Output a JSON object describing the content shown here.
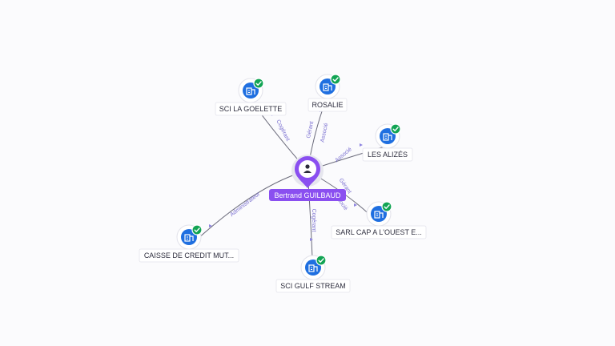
{
  "colors": {
    "person_accent": "#8a4ff0",
    "company_node": "#1f6fe0",
    "verified_badge": "#12a454",
    "edge_label": "#7a6fd0"
  },
  "center": {
    "name": "Bertrand GUILBAUD",
    "icon": "person-icon"
  },
  "nodes": [
    {
      "id": "sci-la-goelette",
      "label": "SCI LA GOELETTE",
      "icon": "building-icon",
      "verified": true,
      "relations": [
        "Cogérant"
      ]
    },
    {
      "id": "rosalie",
      "label": "ROSALIE",
      "icon": "building-icon",
      "verified": true,
      "relations": [
        "Gérant",
        "Associé"
      ]
    },
    {
      "id": "les-alizes",
      "label": "LES ALIZÉS",
      "icon": "building-icon",
      "verified": true,
      "relations": [
        "Associé"
      ]
    },
    {
      "id": "sarl-cap-a-louest",
      "label": "SARL CAP A L'OUEST E...",
      "icon": "building-icon",
      "verified": true,
      "relations": [
        "Gérant",
        "Associé"
      ]
    },
    {
      "id": "sci-gulf-stream",
      "label": "SCI GULF STREAM",
      "icon": "building-icon",
      "verified": true,
      "relations": [
        "Cogérant"
      ]
    },
    {
      "id": "caisse-de-credit",
      "label": "CAISSE DE CREDIT MUT...",
      "icon": "building-icon",
      "verified": true,
      "relations": [
        "Administrateur"
      ]
    }
  ]
}
